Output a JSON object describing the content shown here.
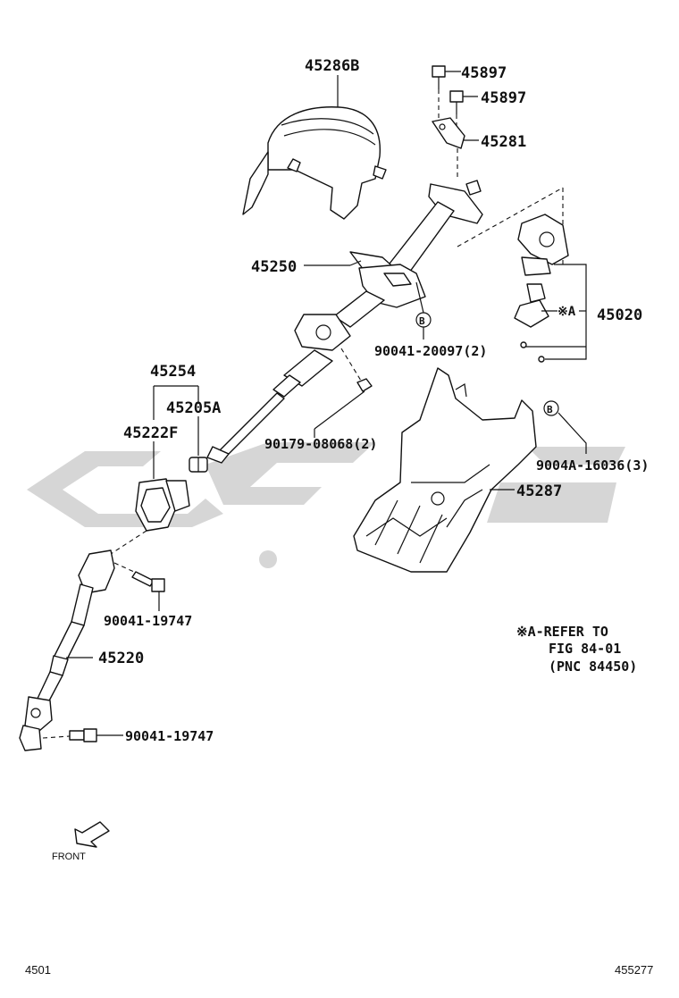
{
  "parts": {
    "p45286B": "45286B",
    "p45897a": "45897",
    "p45897b": "45897",
    "p45281": "45281",
    "p45250": "45250",
    "p45020": "45020",
    "p90041_20097": "90041-20097(2)",
    "p45254": "45254",
    "p45205A": "45205A",
    "p45222F": "45222F",
    "p90179_08068": "90179-08068(2)",
    "p9004A_16036": "9004A-16036(3)",
    "p45287": "45287",
    "p90041_19747a": "90041-19747",
    "p45220": "45220",
    "p90041_19747b": "90041-19747"
  },
  "markers": {
    "ref_a": "※A",
    "b1": "B",
    "b2": "B"
  },
  "note": {
    "line1": "※A-REFER TO",
    "line2": "FIG 84-01",
    "line3": "(PNC 84450)"
  },
  "front_label": "FRONT",
  "corner_left": "4501",
  "corner_right": "455277",
  "colors": {
    "line": "#111111",
    "watermark": "#c8c8c8"
  },
  "icons": {
    "front_arrow": "arrow-down-left-icon",
    "watermark": "watermark-logo"
  }
}
